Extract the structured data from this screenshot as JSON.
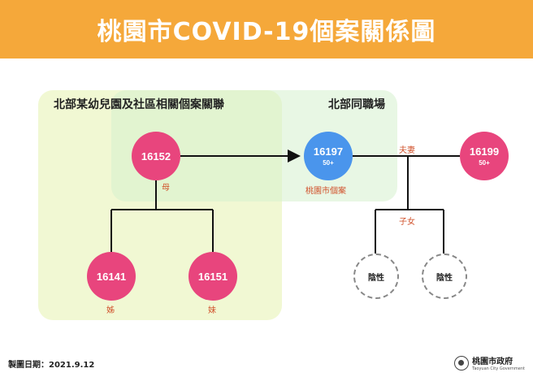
{
  "title": "桃園市COVID-19個案關係圖",
  "regions": {
    "a_label": "北部某幼兒園及社區相關個案關聯",
    "b_label": "北部同職場"
  },
  "nodes": {
    "c16152": {
      "num": "16152"
    },
    "c16197": {
      "num": "16197",
      "age": "50+"
    },
    "c16199": {
      "num": "16199",
      "age": "50+"
    },
    "c16141": {
      "num": "16141"
    },
    "c16151": {
      "num": "16151"
    },
    "neg1": {
      "num": "陰性"
    },
    "neg2": {
      "num": "陰性"
    }
  },
  "labels": {
    "mother": "母",
    "elder_sister": "姊",
    "younger_sister": "妹",
    "taoyuan_case": "桃園市個案",
    "spouse": "夫妻",
    "children": "子女"
  },
  "footer": {
    "date": "製圖日期：2021.9.12",
    "gov_name": "桃園市政府",
    "gov_sub": "Taoyuan City Government"
  },
  "colors": {
    "header": "#f5a83a",
    "case": "#e8457d",
    "taoyuan_case": "#4a95ec",
    "relation_label": "#d0502a"
  }
}
